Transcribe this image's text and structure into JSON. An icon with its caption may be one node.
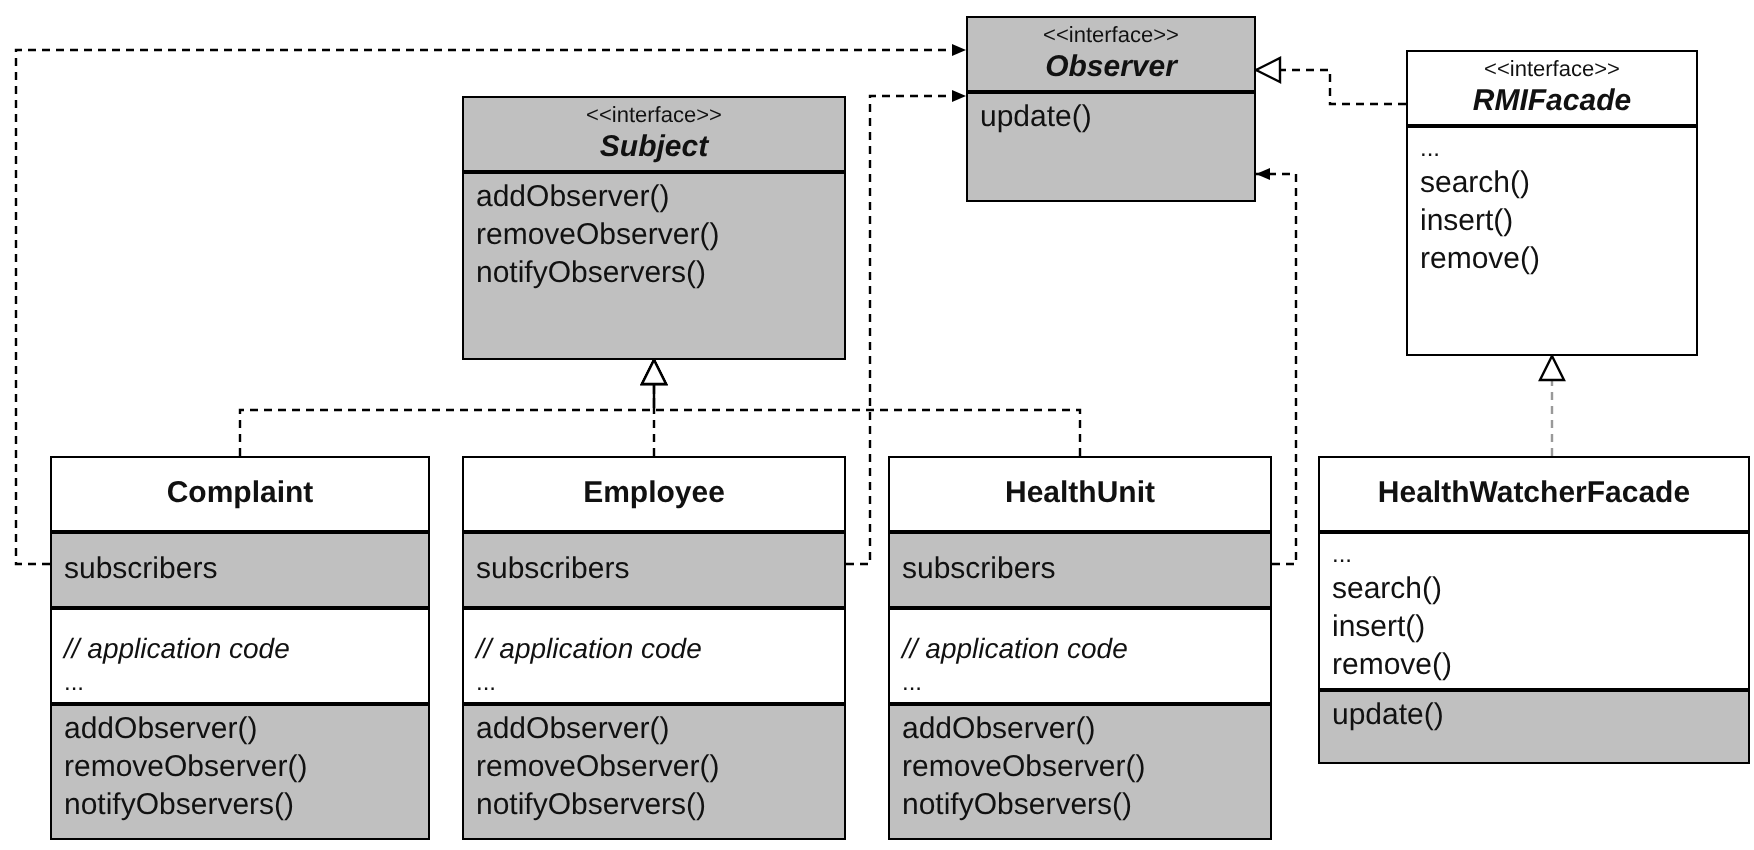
{
  "diagram": {
    "nodes": [
      {
        "text": [
          "<<interface>>",
          "Observer",
          "update()"
        ]
      },
      {
        "text": [
          "<<interface>>",
          "Subject",
          "addObserver()",
          "removeObserver()",
          "notifyObservers()"
        ]
      },
      {
        "text": [
          "<<interface>>",
          "RMIFacade",
          "...",
          "search()",
          "insert()",
          "remove()"
        ]
      },
      {
        "text": [
          "Complaint",
          "subscribers",
          "// application code",
          "...",
          "addObserver()",
          "removeObserver()",
          "notifyObservers()"
        ]
      },
      {
        "text": [
          "Employee",
          "subscribers",
          "// application code",
          "...",
          "addObserver()",
          "removeObserver()",
          "notifyObservers()"
        ]
      },
      {
        "text": [
          "HealthUnit",
          "subscribers",
          "// application code",
          "...",
          "addObserver()",
          "removeObserver()",
          "notifyObservers()"
        ]
      },
      {
        "text": [
          "HealthWatcherFacade",
          "...",
          "search()",
          "insert()",
          "remove()",
          "update()"
        ]
      }
    ],
    "edges": [
      {
        "from": 3,
        "to": 1,
        "arrow": "to",
        "style": "dashed"
      },
      {
        "from": 4,
        "to": 1,
        "arrow": "to",
        "style": "dashed"
      },
      {
        "from": 5,
        "to": 1,
        "arrow": "to",
        "style": "dashed"
      },
      {
        "from": 2,
        "to": 0,
        "arrow": "to",
        "style": "dashed"
      },
      {
        "from": 6,
        "to": 2,
        "arrow": "to",
        "style": "dashed",
        "color": "#999999"
      },
      {
        "from": 3,
        "to": 0,
        "arrow": "to",
        "style": "dashed"
      },
      {
        "from": 4,
        "to": 0,
        "arrow": "to",
        "style": "dashed"
      },
      {
        "from": 5,
        "to": 0,
        "arrow": "to",
        "style": "dashed"
      }
    ]
  }
}
